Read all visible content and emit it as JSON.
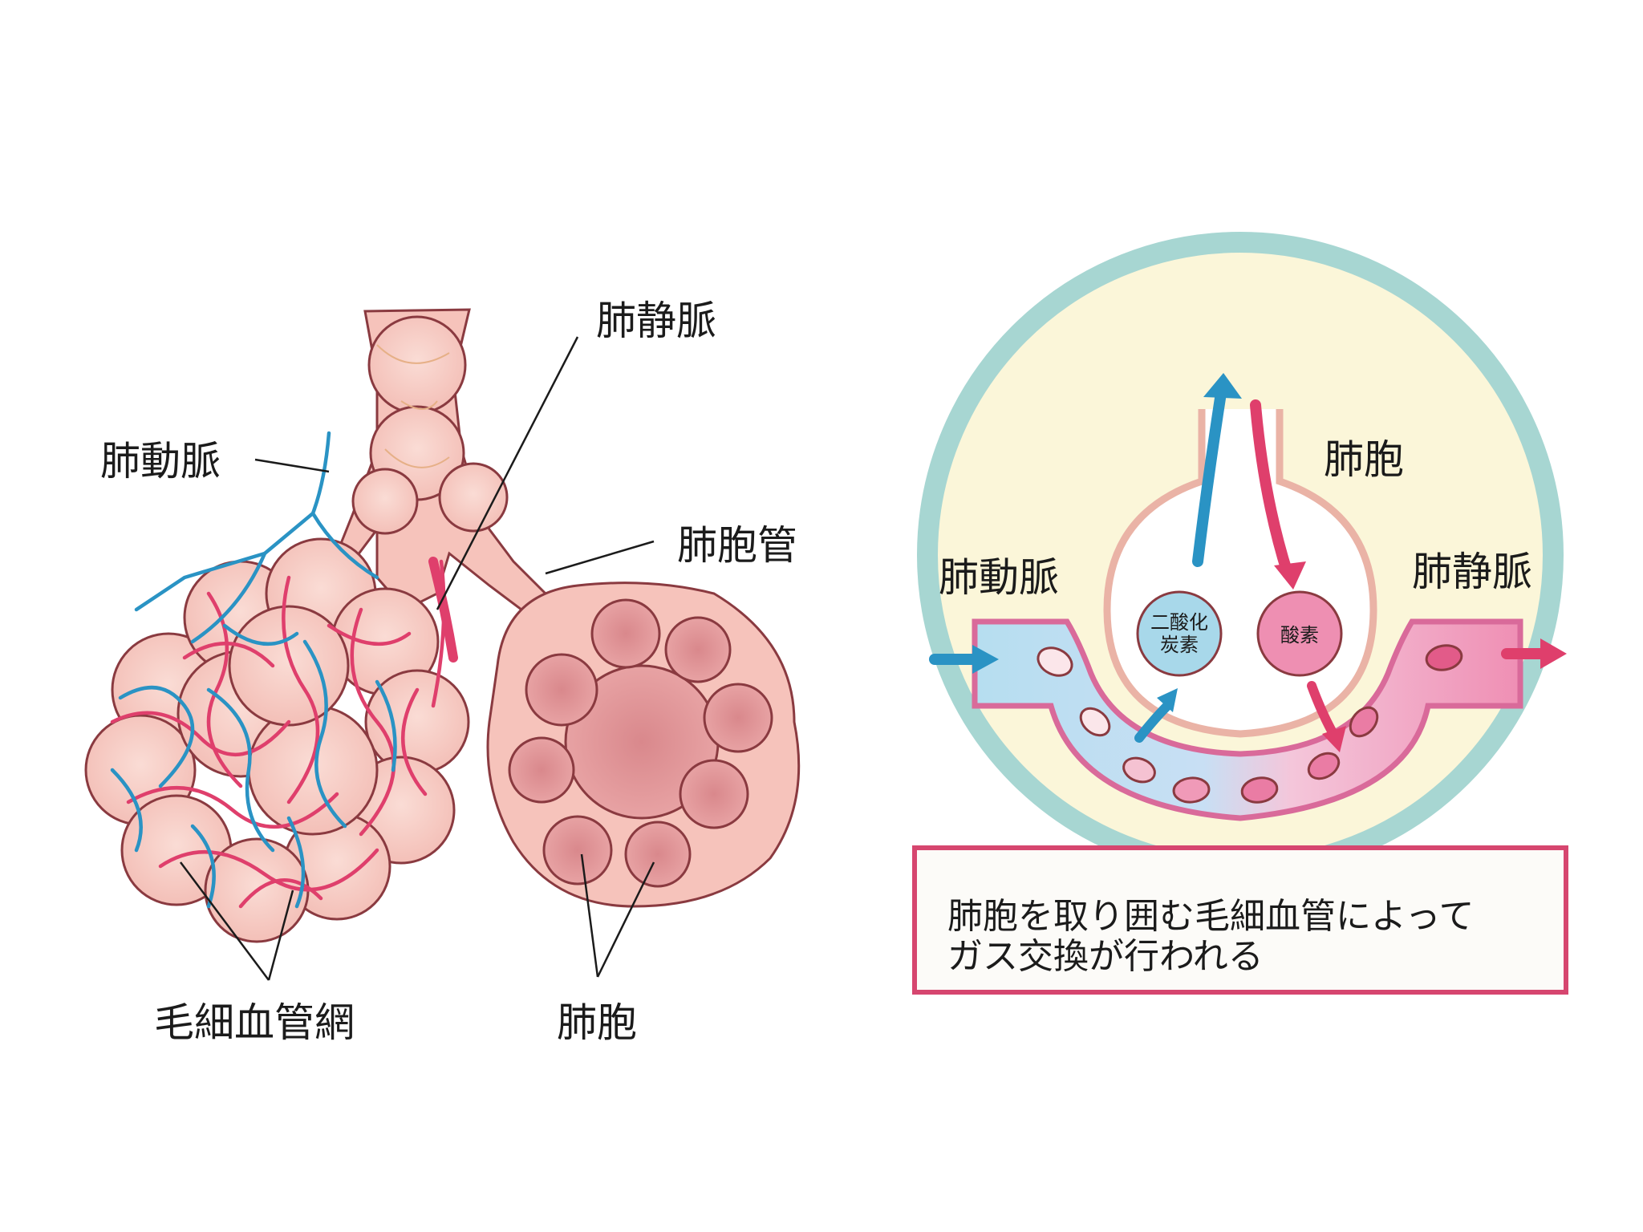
{
  "left_labels": {
    "pulmonary_artery": "肺動脈",
    "pulmonary_vein": "肺静脈",
    "alveolar_duct": "肺胞管",
    "capillary_network": "毛細血管網",
    "alveoli": "肺胞"
  },
  "right_labels": {
    "alveolus": "肺胞",
    "pulmonary_artery": "肺動脈",
    "pulmonary_vein": "肺静脈",
    "co2_line1": "二酸化",
    "co2_line2": "炭素",
    "oxygen": "酸素"
  },
  "caption": {
    "line1": "肺胞を取り囲む毛細血管によって",
    "line2": "ガス交換が行われる"
  },
  "colors": {
    "vein_red": "#df3f6c",
    "artery_blue": "#2a93c4",
    "tissue_pink": "#f6c3bb",
    "outline": "#8a3a40",
    "circle_ring": "#a7d6d2",
    "circle_fill": "#fbf6d9",
    "caption_border": "#d6466f"
  }
}
